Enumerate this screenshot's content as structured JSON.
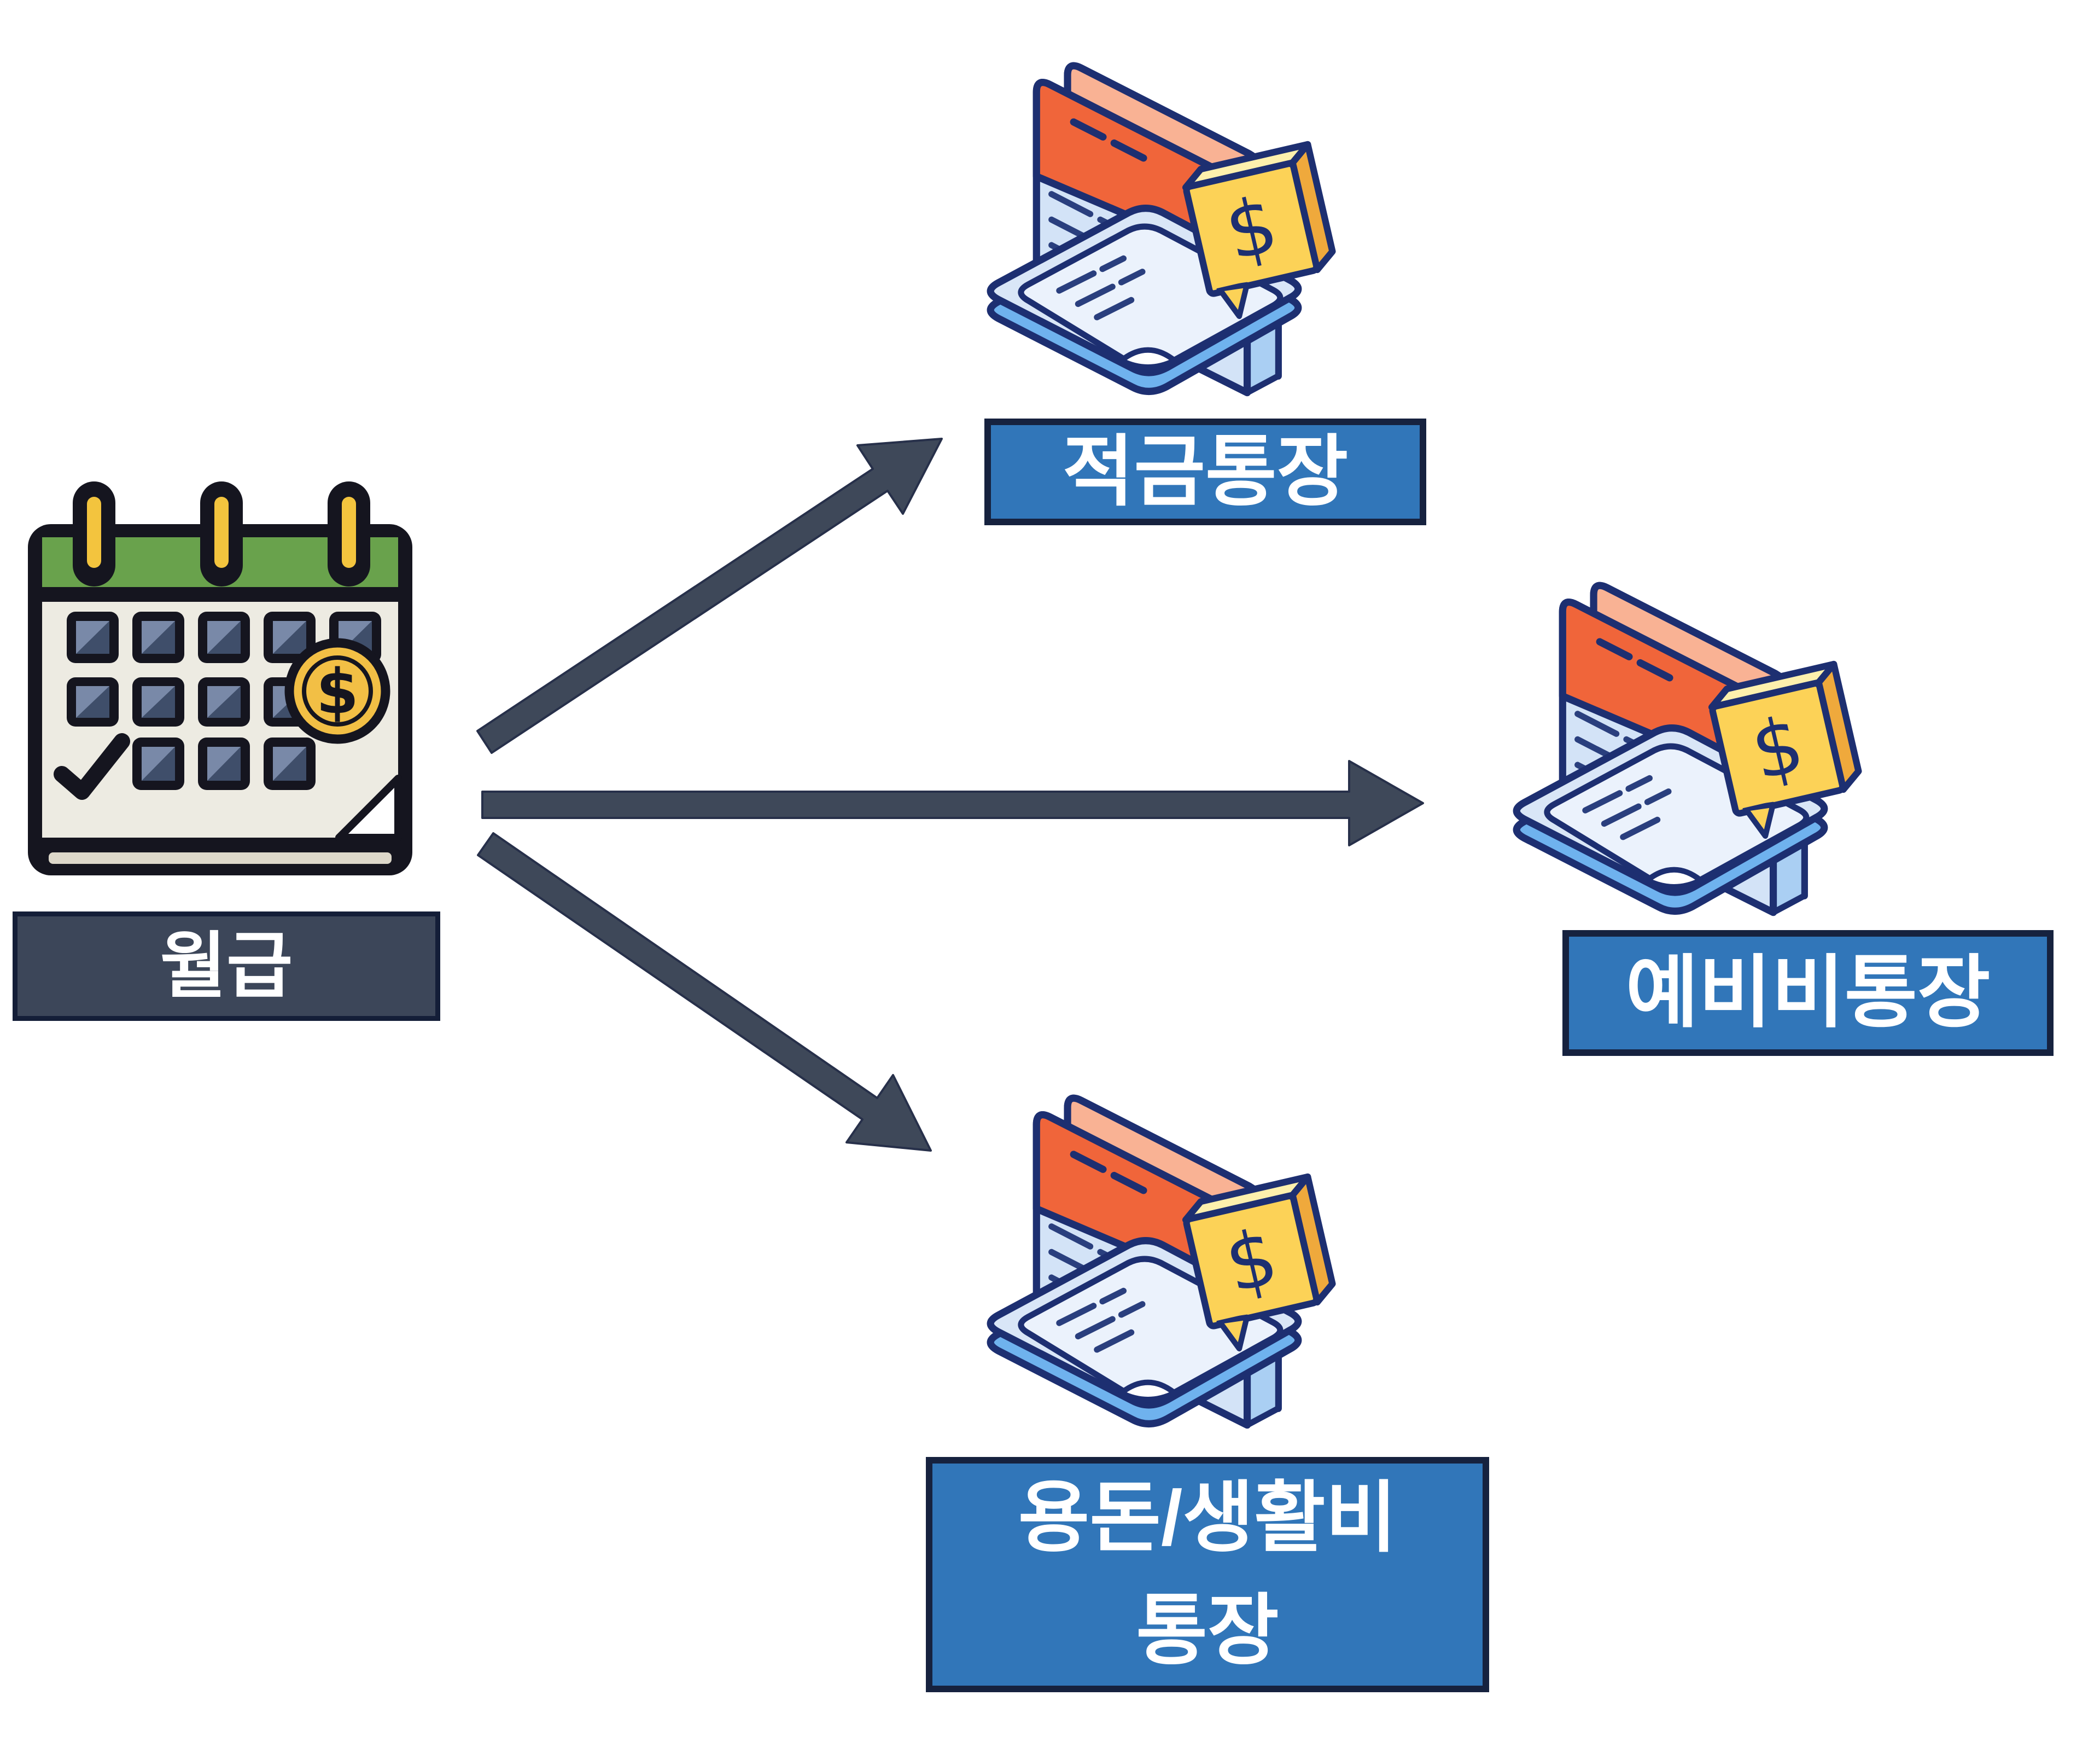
{
  "diagram": {
    "type": "money-flow",
    "background_color": "#ffffff",
    "source": {
      "label": "월급",
      "icon": "calendar-money-icon",
      "box_fill": "#3c4659",
      "box_border": "#141e38",
      "text_color": "#ffffff"
    },
    "destinations": [
      {
        "label": "적금통장",
        "icon": "bankbook-money-icon",
        "position": "top"
      },
      {
        "label": "예비비통장",
        "icon": "bankbook-money-icon",
        "position": "right"
      },
      {
        "label": "용돈/생활비 통장",
        "label_lines": [
          "용돈/생활비",
          "통장"
        ],
        "icon": "bankbook-money-icon",
        "position": "bottom"
      }
    ],
    "destination_label_style": {
      "fill": "#3176b9",
      "border": "#16223f",
      "text_color": "#ffffff"
    },
    "arrows": {
      "count": 3,
      "color": "#3e4859",
      "outline": "#27304a",
      "from": "월급",
      "to": [
        "적금통장",
        "예비비통장",
        "용돈/생활비 통장"
      ]
    },
    "icon_colors": {
      "calendar_header_green": "#69a24c",
      "calendar_body_cream": "#edebe2",
      "calendar_outline_black": "#15151f",
      "calendar_pin_yellow": "#f3c43e",
      "calendar_cell_navy": "#3f4e6a",
      "coin_gold": "#f2bf45",
      "bankbook_outline_navy": "#1d2f71",
      "bankbook_orange": "#f0653a",
      "bankbook_salmon": "#f9b294",
      "bankbook_page_blue": "#d3e3f7",
      "bankbook_base_blue": "#6fb2ee",
      "bubble_gold": "#fcd257",
      "bubble_gold_dark": "#efa93c",
      "bubble_gold_light": "#fdf0ad"
    }
  }
}
